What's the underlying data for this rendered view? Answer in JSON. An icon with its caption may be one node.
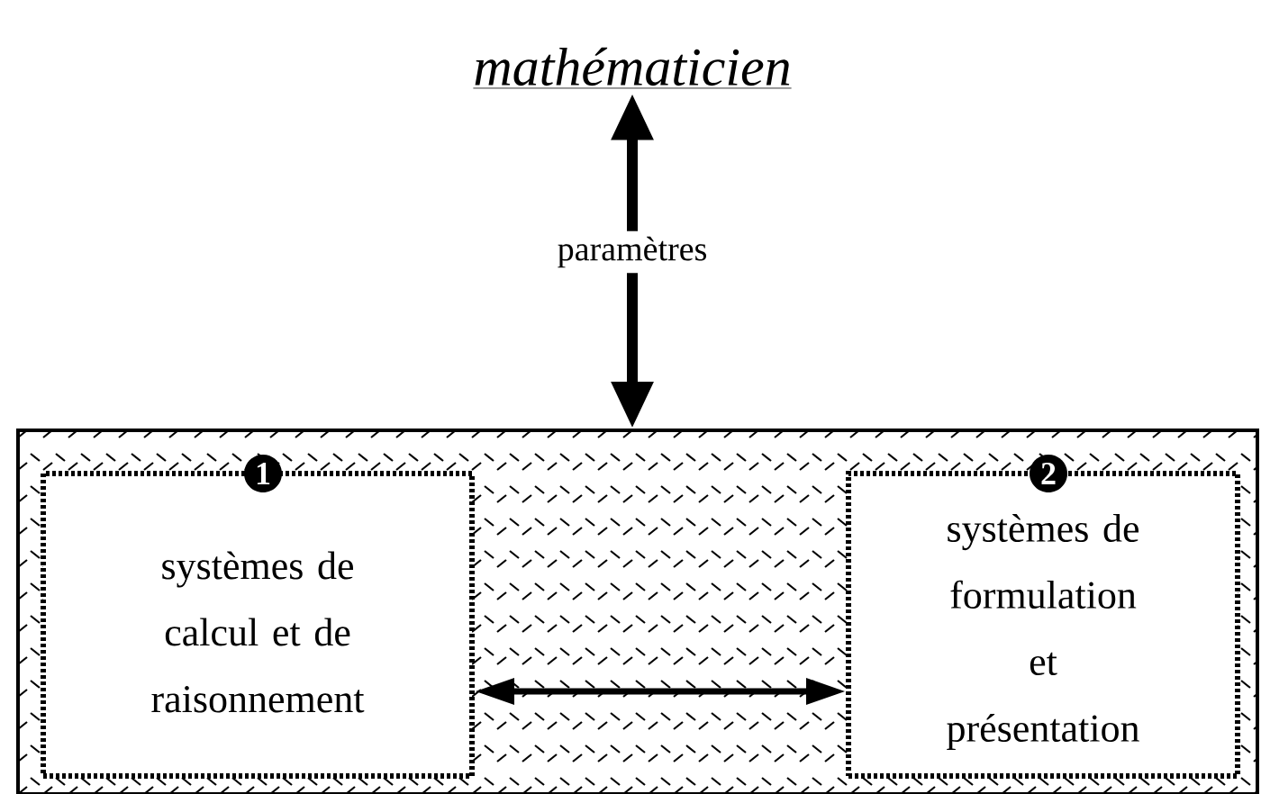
{
  "diagram": {
    "nodes": [
      {
        "text": [
          "mathématicien"
        ]
      },
      {
        "text": [],
        "shape": "box"
      },
      {
        "text": [
          "1",
          "systèmes de calcul et de raisonnement"
        ],
        "in": 1
      },
      {
        "text": [
          "2",
          "systèmes de formulation et présentation"
        ],
        "in": 1
      }
    ],
    "edges": [
      {
        "from": 0,
        "to": 1,
        "arrow": "both",
        "label": "paramètres"
      },
      {
        "from": 2,
        "to": 3,
        "arrow": "both"
      }
    ]
  }
}
